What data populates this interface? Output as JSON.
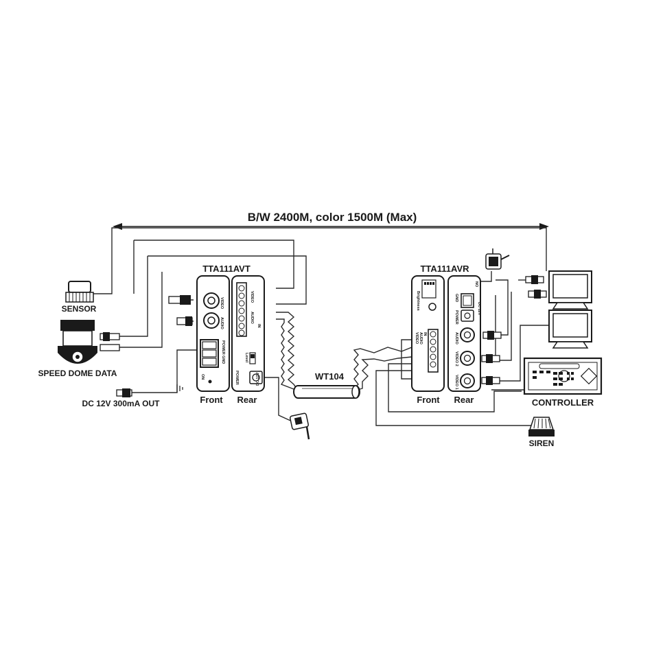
{
  "title": "B/W 2400M, color 1500M (Max)",
  "transmitter": {
    "model": "TTA111AVT",
    "front_label": "Front",
    "rear_label": "Rear",
    "front_ports": [
      "VIDEO",
      "AUDIO",
      "POWER",
      "GND",
      "ON"
    ],
    "rear_ports": [
      "VIDEO",
      "AUDIO",
      "IN",
      "Level",
      "POWER",
      "DC 12V"
    ]
  },
  "receiver": {
    "model": "TTA111AVR",
    "front_label": "Front",
    "rear_label": "Rear",
    "front_ports": [
      "Brightness",
      "VIDEO",
      "AUDIO",
      "IN"
    ],
    "rear_ports": [
      "NO",
      "GND",
      "POWER",
      "DC 12V",
      "AUDIO",
      "VIDEO 2",
      "VIDEO 1"
    ]
  },
  "cable": {
    "label": "WT104"
  },
  "devices": {
    "sensor": "SENSOR",
    "speed_dome": "SPEED DOME DATA",
    "dc_out": "DC 12V 300mA OUT",
    "controller": "CONTROLLER",
    "siren": "SIREN"
  }
}
